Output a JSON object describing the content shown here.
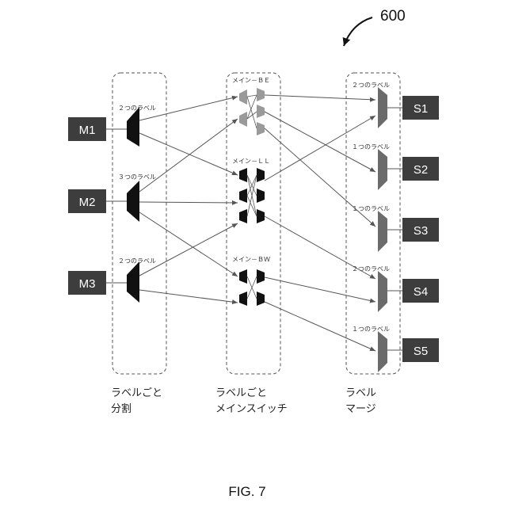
{
  "reference_number": "600",
  "figure_label": "FIG. 7",
  "sources": [
    {
      "id": "M1",
      "label": "M1"
    },
    {
      "id": "M2",
      "label": "M2"
    },
    {
      "id": "M3",
      "label": "M3"
    }
  ],
  "sinks": [
    {
      "id": "S1",
      "label": "S1"
    },
    {
      "id": "S2",
      "label": "S2"
    },
    {
      "id": "S3",
      "label": "S3"
    },
    {
      "id": "S4",
      "label": "S4"
    },
    {
      "id": "S5",
      "label": "S5"
    }
  ],
  "splitter_labels": [
    "２つのラベル",
    "３つのラベル",
    "２つのラベル"
  ],
  "switch_labels": [
    "メイン－ＢＥ",
    "メイン－ＬＬ",
    "メイン－ＢＷ"
  ],
  "merger_labels": [
    "２つのラベル",
    "１つのラベル",
    "１つのラベル",
    "２つのラベル",
    "１つのラベル"
  ],
  "columns": [
    {
      "line1": "ラベルごと",
      "line2": "分割"
    },
    {
      "line1": "ラベルごと",
      "line2": "メインスイッチ"
    },
    {
      "line1": "ラベル",
      "line2": "マージ"
    }
  ],
  "colors": {
    "box": "#3d3d3d",
    "splitter": "#111111",
    "switch_be": "#9a9a9a",
    "switch_dark": "#111111",
    "merger": "#6b6b6b",
    "line": "#555555"
  }
}
